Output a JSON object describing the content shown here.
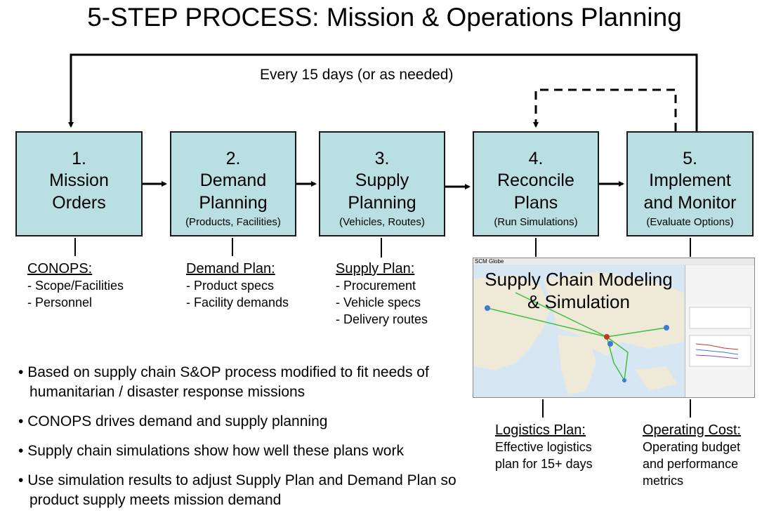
{
  "title": "5-STEP PROCESS: Mission & Operations Planning",
  "loop_label": "Every 15 days (or as needed)",
  "steps": [
    {
      "num": "1.",
      "line1": "Mission",
      "line2": "Orders",
      "sub": ""
    },
    {
      "num": "2.",
      "line1": "Demand",
      "line2": "Planning",
      "sub": "(Products, Facilities)"
    },
    {
      "num": "3.",
      "line1": "Supply",
      "line2": "Planning",
      "sub": "(Vehicles, Routes)"
    },
    {
      "num": "4.",
      "line1": "Reconcile",
      "line2": "Plans",
      "sub": "(Run Simulations)"
    },
    {
      "num": "5.",
      "line1": "Implement",
      "line2": "and Monitor",
      "sub": "(Evaluate Options)"
    }
  ],
  "details": [
    {
      "heading": "CONOPS:",
      "items": [
        "- Scope/Facilities",
        "- Personnel"
      ]
    },
    {
      "heading": "Demand Plan:",
      "items": [
        "- Product specs",
        "- Facility demands"
      ]
    },
    {
      "heading": "Supply Plan:",
      "items": [
        "- Procurement",
        "- Vehicle specs",
        "- Delivery routes"
      ]
    }
  ],
  "bullets": [
    "Based on supply chain S&OP process modified to fit needs of humanitarian / disaster response missions",
    "CONOPS drives demand and supply planning",
    "Supply chain simulations show how well these plans work",
    "Use simulation results to adjust Supply Plan and Demand Plan so product supply meets mission demand"
  ],
  "screenshot": {
    "app_name": "SCM Globe",
    "caption_line1": "Supply Chain Modeling",
    "caption_line2": "& Simulation"
  },
  "outputs": [
    {
      "heading": "Logistics Plan:",
      "line1": "Effective logistics",
      "line2": "plan for 15+ days",
      "line3": ""
    },
    {
      "heading": "Operating Cost:",
      "line1": "Operating budget",
      "line2": "and performance",
      "line3": "metrics"
    }
  ],
  "colors": {
    "box_fill": "#b9dfe3",
    "box_border": "#1a1a1a",
    "map_water": "#d6e6f3",
    "map_land": "#efe9d8",
    "route": "#3fbf3f"
  }
}
